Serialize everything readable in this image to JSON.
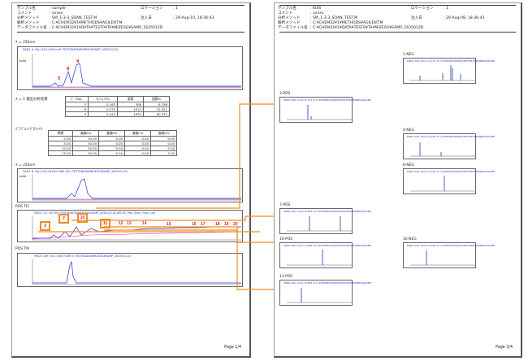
{
  "page1": {
    "header": [
      {
        "label": "サンプル名",
        "value": ": sample"
      },
      {
        "label": "コメント",
        "value": ": xxxxx"
      },
      {
        "label": "分析メソッド",
        "value": ": SM_1-3-3_SOAN_TEST.M"
      },
      {
        "label": "解析メソッド",
        "value": ": C:¥CHEM32¥1¥METHODS¥AGILENT.M"
      },
      {
        "label": "データファイル名",
        "value": ": C:¥CHEM32¥1¥DATA¥TEST0¥TA¥MIZE0G¥SAMP_1635012D"
      }
    ],
    "header_right": [
      {
        "label": "ロケーション",
        "value": ": 1"
      },
      {
        "label": "注入日",
        "value": ": 29-Aug-10, 18:36:43"
      }
    ],
    "sections": {
      "uv1": "λ = 250nm",
      "peak_table_title": "λ = 1 検出分析結果",
      "gradient_title": "ｸﾞﾗｼﾞｴﾝﾄﾌﾟﾛﾌｧｲﾙ",
      "uv2": "λ = 254nm",
      "tic": "POS TIC",
      "tm": "POS TM"
    },
    "uv1_banner": "DAD1 A, Sig=250,4 Ref=off (TEST¥DATA¥MIZE0G¥SAMP_1635012.D)",
    "uv1_ylabel": "mAU",
    "uv1_peaks": [
      "5",
      "8",
      "9"
    ],
    "peak_table": {
      "headers": [
        "ﾋﾟｰｸNo.",
        "ﾘﾃﾝｼｮﾝﾀｲﾑ",
        "面積",
        "面積%"
      ],
      "rows": [
        [
          "5",
          "0.165",
          "306",
          "6.766"
        ],
        [
          "8",
          "0.279",
          "1013",
          "22.921"
        ],
        [
          "9",
          "0.444",
          "1959",
          "60.352"
        ]
      ]
    },
    "gradient_table": {
      "headers": [
        "時間",
        "溶媒A%",
        "溶媒B%",
        "溶媒C%",
        "溶媒D%"
      ],
      "rows": [
        [
          "0.00",
          "30.00",
          "0.00",
          "0.00",
          "0.00"
        ],
        [
          "5.00",
          "30.00",
          "0.00",
          "0.00",
          "0.00"
        ],
        [
          "10.00",
          "30.00",
          "0.00",
          "0.00",
          "0.00"
        ],
        [
          "15.00",
          "30.00",
          "0.00",
          "0.00",
          "0.00"
        ]
      ]
    },
    "uv2_banner": "DAD1 B, Sig=254,16 Ref=360,100 (TEST¥DATA¥MIZE0G¥SAMP_1635012.D)",
    "uv2_ylabel": "mAU",
    "tic_banner": "MSD1 TIC, MS File (TEST¥DATA¥MIZE0G¥SAMP_1635012.D)   API-ES, Pos, Scan, Frag: 100",
    "tic_boxed_peaks": [
      "3",
      "7",
      "10",
      "11"
    ],
    "tic_peaks": [
      "12",
      "13",
      "14",
      "15",
      "16",
      "17",
      "18",
      "19",
      "20"
    ],
    "tm_banner": "MSD1 169, EIC=168.9:169.9 (TEST¥DATA¥MIZE0G¥SAMP_1635012.D)",
    "footer": "Page 1/4"
  },
  "page2": {
    "header": [
      {
        "label": "サンプル名",
        "value": ": KISS"
      },
      {
        "label": "コメント",
        "value": ": xxxxx"
      },
      {
        "label": "分析メソッド",
        "value": ": SM_1-3-3_SOAN_TEST.M"
      },
      {
        "label": "解析メソッド",
        "value": ": C:¥CHEM32¥1¥METHODS¥AGILENT.M"
      },
      {
        "label": "データファイル名",
        "value": ": C:¥CHEM32¥1¥DATA¥TEST0¥TA¥MIZE0G¥SAMP_1635012D"
      }
    ],
    "header_right": [
      {
        "label": "ロケーション",
        "value": ": 1"
      },
      {
        "label": "注入日",
        "value": ": 29-Aug-08, 18:36:43"
      }
    ],
    "spectra": [
      {
        "label": "1-NEG",
        "banner": "MSD1 SPC, time=0.113 of C:¥CHEM¥1¥DATA¥TEST0¥TA¥MIZE0G¥SAMP"
      },
      {
        "label": "3-POS",
        "banner": "MSD1 SPC, time=0.137 of C:¥CHEM¥1¥DATA¥TEST0¥TA¥MIZE0G¥SAMP"
      },
      {
        "label": "4-NEG",
        "banner": "MSD1 SPC, time=0.250 of C:¥CHEM¥1¥DATA¥TEST0¥TA¥MIZE0G¥SAMP"
      },
      {
        "label": "6-NEG",
        "banner": "MSD1 SPC, time=0.300 of C:¥CHEM¥1¥DATA¥TEST0¥TA¥MIZE0G¥SAMP"
      },
      {
        "label": "7-POS",
        "banner": "MSD1 SPC, time=0.361 of C:¥CHEM¥1¥DATA¥TEST0¥TA¥MIZE0G¥SAMP"
      },
      {
        "label": "10-POS",
        "banner": "MSD1 SPC, time=0.486 of C:¥CHEM¥1¥DATA¥TEST0¥TA¥MIZE0G¥SAMP"
      },
      {
        "label": "10-NEG",
        "banner": "MSD1 SPC, time=0.486 of C:¥CHEM¥1¥DATA¥TEST0¥TA¥MIZE0G¥SAMP"
      },
      {
        "label": "11-POS",
        "banner": "MSD1 SPC, time=0.583 of C:¥CHEM¥1¥DATA¥TEST0¥TA¥MIZE0G¥SAMP"
      }
    ],
    "footer": "Page 3/4"
  },
  "colors": {
    "arrow": "#f28c1e",
    "trace_blue": "#2233cc",
    "trace_magenta": "#d020c0",
    "peak_red": "#e0202a"
  }
}
